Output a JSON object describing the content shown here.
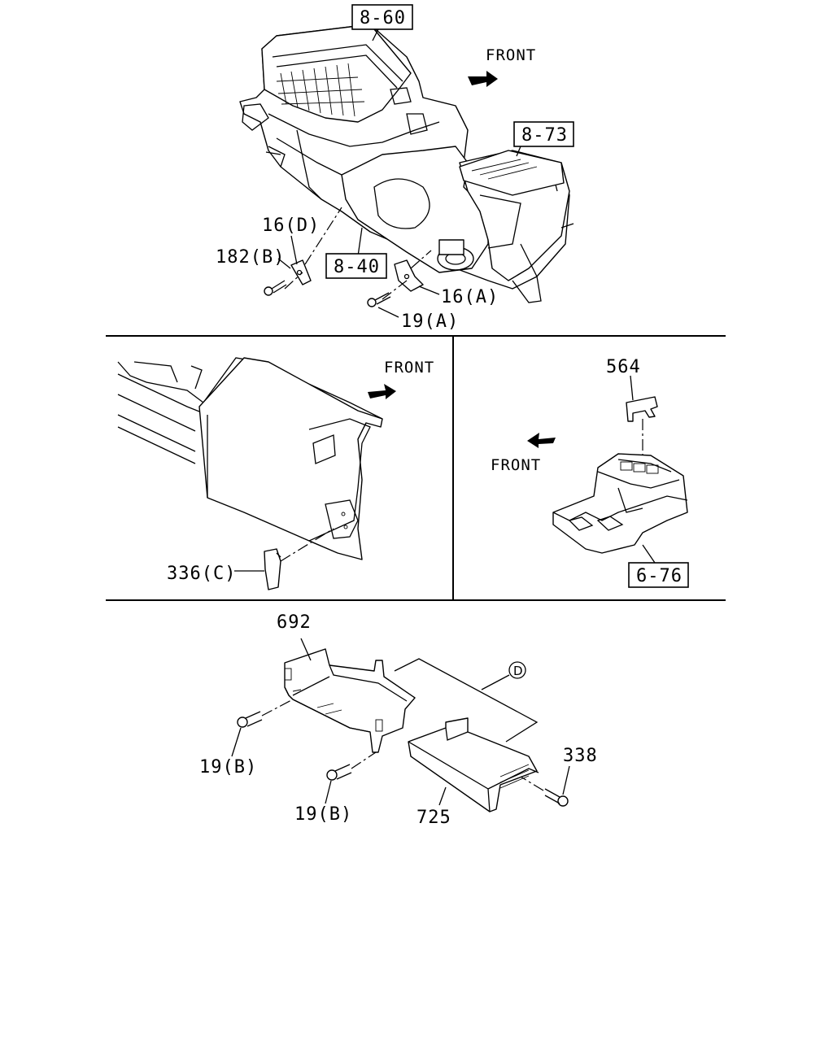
{
  "ref_boxes": {
    "r1": "8-60",
    "r2": "8-73",
    "r3": "8-40",
    "r4": "6-76"
  },
  "parts": {
    "p16d": "16(D)",
    "p182b": "182(B)",
    "p16a": "16(A)",
    "p19a": "19(A)",
    "p336c": "336(C)",
    "p564": "564",
    "p692": "692",
    "p19b_1": "19(B)",
    "p19b_2": "19(B)",
    "p725": "725",
    "p338": "338"
  },
  "front_labels": {
    "f1": "FRONT",
    "f2": "FRONT",
    "f3": "FRONT"
  },
  "callout": "D"
}
